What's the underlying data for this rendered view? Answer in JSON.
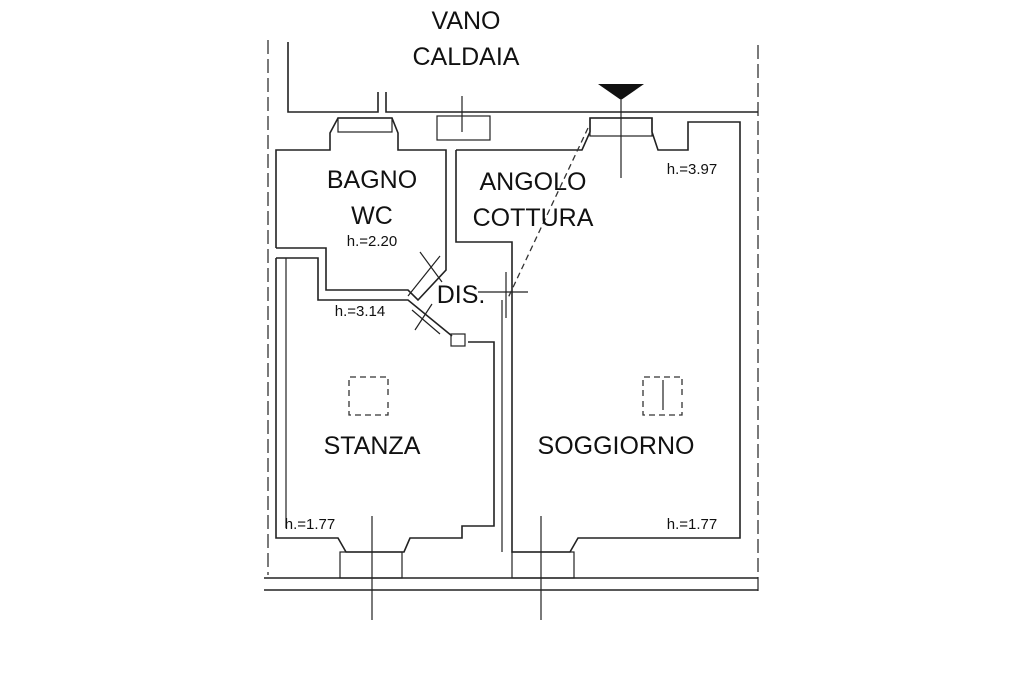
{
  "rooms": {
    "vano_caldaia": [
      "VANO",
      "CALDAIA"
    ],
    "bagno_wc": [
      "BAGNO",
      "WC"
    ],
    "angolo_cottura": [
      "ANGOLO",
      "COTTURA"
    ],
    "disimpegno": "DIS.",
    "stanza": "STANZA",
    "soggiorno": "SOGGIORNO"
  },
  "heights": {
    "angolo_cottura": "h.=3.97",
    "bagno": "h.=2.20",
    "dis": "h.=3.14",
    "stanza": "h.=1.77",
    "soggiorno": "h.=1.77"
  },
  "colors": {
    "lines": "#222222",
    "background": "#ffffff",
    "entrance_marker": "#111111"
  }
}
